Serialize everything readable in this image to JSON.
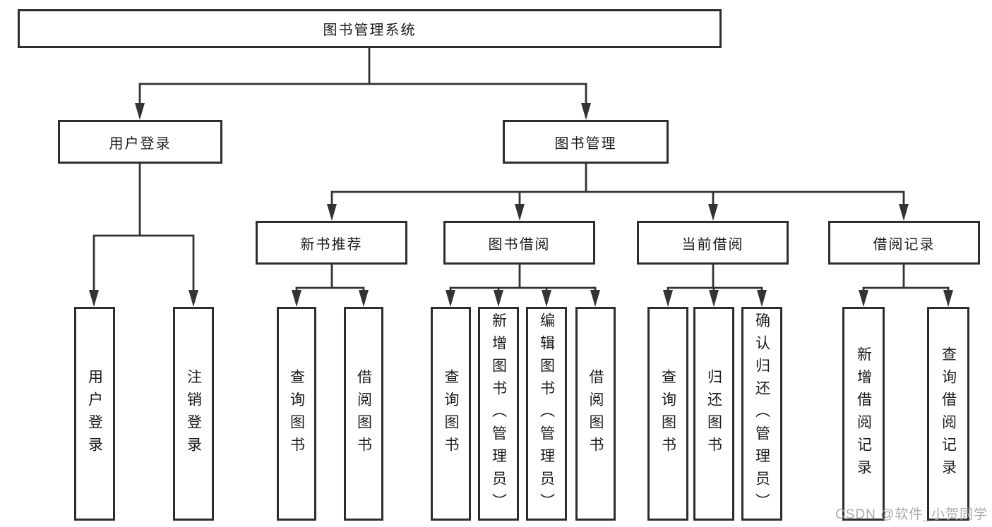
{
  "tree": {
    "root": {
      "label": "图书管理系统"
    },
    "level2": [
      {
        "label": "用户登录"
      },
      {
        "label": "图书管理"
      }
    ],
    "level3": [
      {
        "label": "新书推荐"
      },
      {
        "label": "图书借阅"
      },
      {
        "label": "当前借阅"
      },
      {
        "label": "借阅记录"
      }
    ],
    "leaves_user_login": [
      {
        "label": "用户登录"
      },
      {
        "label": "注销登录"
      }
    ],
    "leaves_new_books": [
      {
        "label": "查询图书"
      },
      {
        "label": "借阅图书"
      }
    ],
    "leaves_book_borrow": [
      {
        "label": "查询图书"
      },
      {
        "label": "新增图书（管理员）"
      },
      {
        "label": "编辑图书（管理员）"
      },
      {
        "label": "借阅图书"
      }
    ],
    "leaves_current_borrow": [
      {
        "label": "查询图书"
      },
      {
        "label": "归还图书"
      },
      {
        "label": "确认归还（管理员）"
      }
    ],
    "leaves_borrow_records": [
      {
        "label": "新增借阅记录"
      },
      {
        "label": "查询借阅记录"
      }
    ]
  },
  "watermark": {
    "text": "CSDN @软件_小贺同学"
  },
  "colors": {
    "line": "#333333",
    "box_border": "#2d2d2d",
    "text": "#1c1c1c",
    "watermark": "#a3a3a3",
    "background": "#ffffff"
  }
}
